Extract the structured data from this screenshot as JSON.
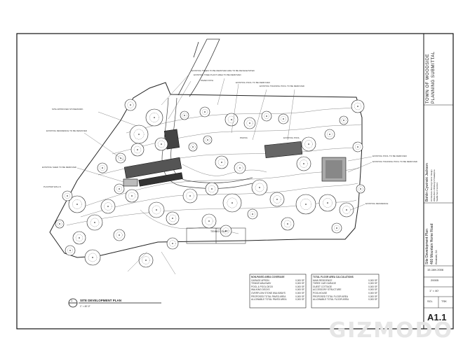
{
  "title_block": {
    "project_name": "TOWN OF WOODSIDE",
    "project_sub": "PLANNING SUBMITTAL",
    "architect": "Bohlin Cywinski Jackson",
    "architect_lines": [
      "Architecture Planning Interior Design",
      "Wilkes-Barre Pittsburgh Philadelphia",
      "Seattle San Francisco"
    ],
    "sheet_title": "Site Development Plan",
    "address": "460 Mountain Home Road",
    "city": "Woodside, CA",
    "date": "15 JAN 2006",
    "job_no": "20005",
    "scale": "1\" = 40'",
    "drawn": "SCL",
    "checked": "TSK",
    "sheet_number": "A1.1"
  },
  "plan_label": {
    "number": "1",
    "title": "SITE DEVELOPMENT PLAN",
    "scale": "1\" = 40'-0\""
  },
  "road_label": "TENNIS COURT",
  "annotations_top": [
    "EXISTING TREES TO BE REMOVED ARE TO BE REVEGETATED",
    "EXISTING TREE PLANT AREA TO BE REMOVED",
    "PAVED PATH",
    "EXISTING POOL TO BE REMOVED",
    "EXISTING TRAINING POOL TO BE REMOVED",
    "PAVING",
    "EXISTING POOL"
  ],
  "annotations_left": [
    "SITE APPROVED STONEWORK",
    "EXISTING RESIDENCE TO BE REMOVED",
    "EXISTING SHED TO BE REMOVED",
    "PLANTER WALLS"
  ],
  "annotations_right": [
    "EXISTING POOL TO BE REMOVED",
    "EXISTING TRAINING POOL TO BE REMOVED",
    "EXISTING RESIDENCE"
  ],
  "table_left": {
    "title": "NON-PAVED AREA COVERAGE",
    "rows": [
      [
        "GARAGE APRON",
        "0,000 SF"
      ],
      [
        "TENNIS WALKWAY",
        "0,000 SF"
      ],
      [
        "POOL & POOL DECK",
        "0,000 SF"
      ],
      [
        "WALKING DECKS",
        "0,000 SF"
      ],
      [
        "OVERFLOW STONE WALKWAYS",
        "0,000 SF"
      ],
      [
        "PROPOSED TOTAL PAVED AREA",
        "0,000 SF"
      ],
      [
        "ALLOWABLE TOTAL PAVED AREA",
        "0,000 SF"
      ]
    ]
  },
  "table_right": {
    "title": "TOTAL FLOOR AREA CALCULATIONS",
    "rows": [
      [
        "MAIN RESIDENCE",
        "0,000 SF"
      ],
      [
        "THREE CAR GARAGE",
        "0,000 SF"
      ],
      [
        "GUEST COTTAGE",
        "0,000 SF"
      ],
      [
        "ACCESSORY STRUCTURE",
        "0,000 SF"
      ],
      [
        "POOLHOUSE",
        "0,000 SF"
      ],
      [
        "PROPOSED TOTAL FLOOR AREA",
        "0,000 SF"
      ],
      [
        "ALLOWABLE TOTAL FLOOR AREA",
        "0,000 SF"
      ]
    ]
  },
  "watermark": "GIZMODO"
}
